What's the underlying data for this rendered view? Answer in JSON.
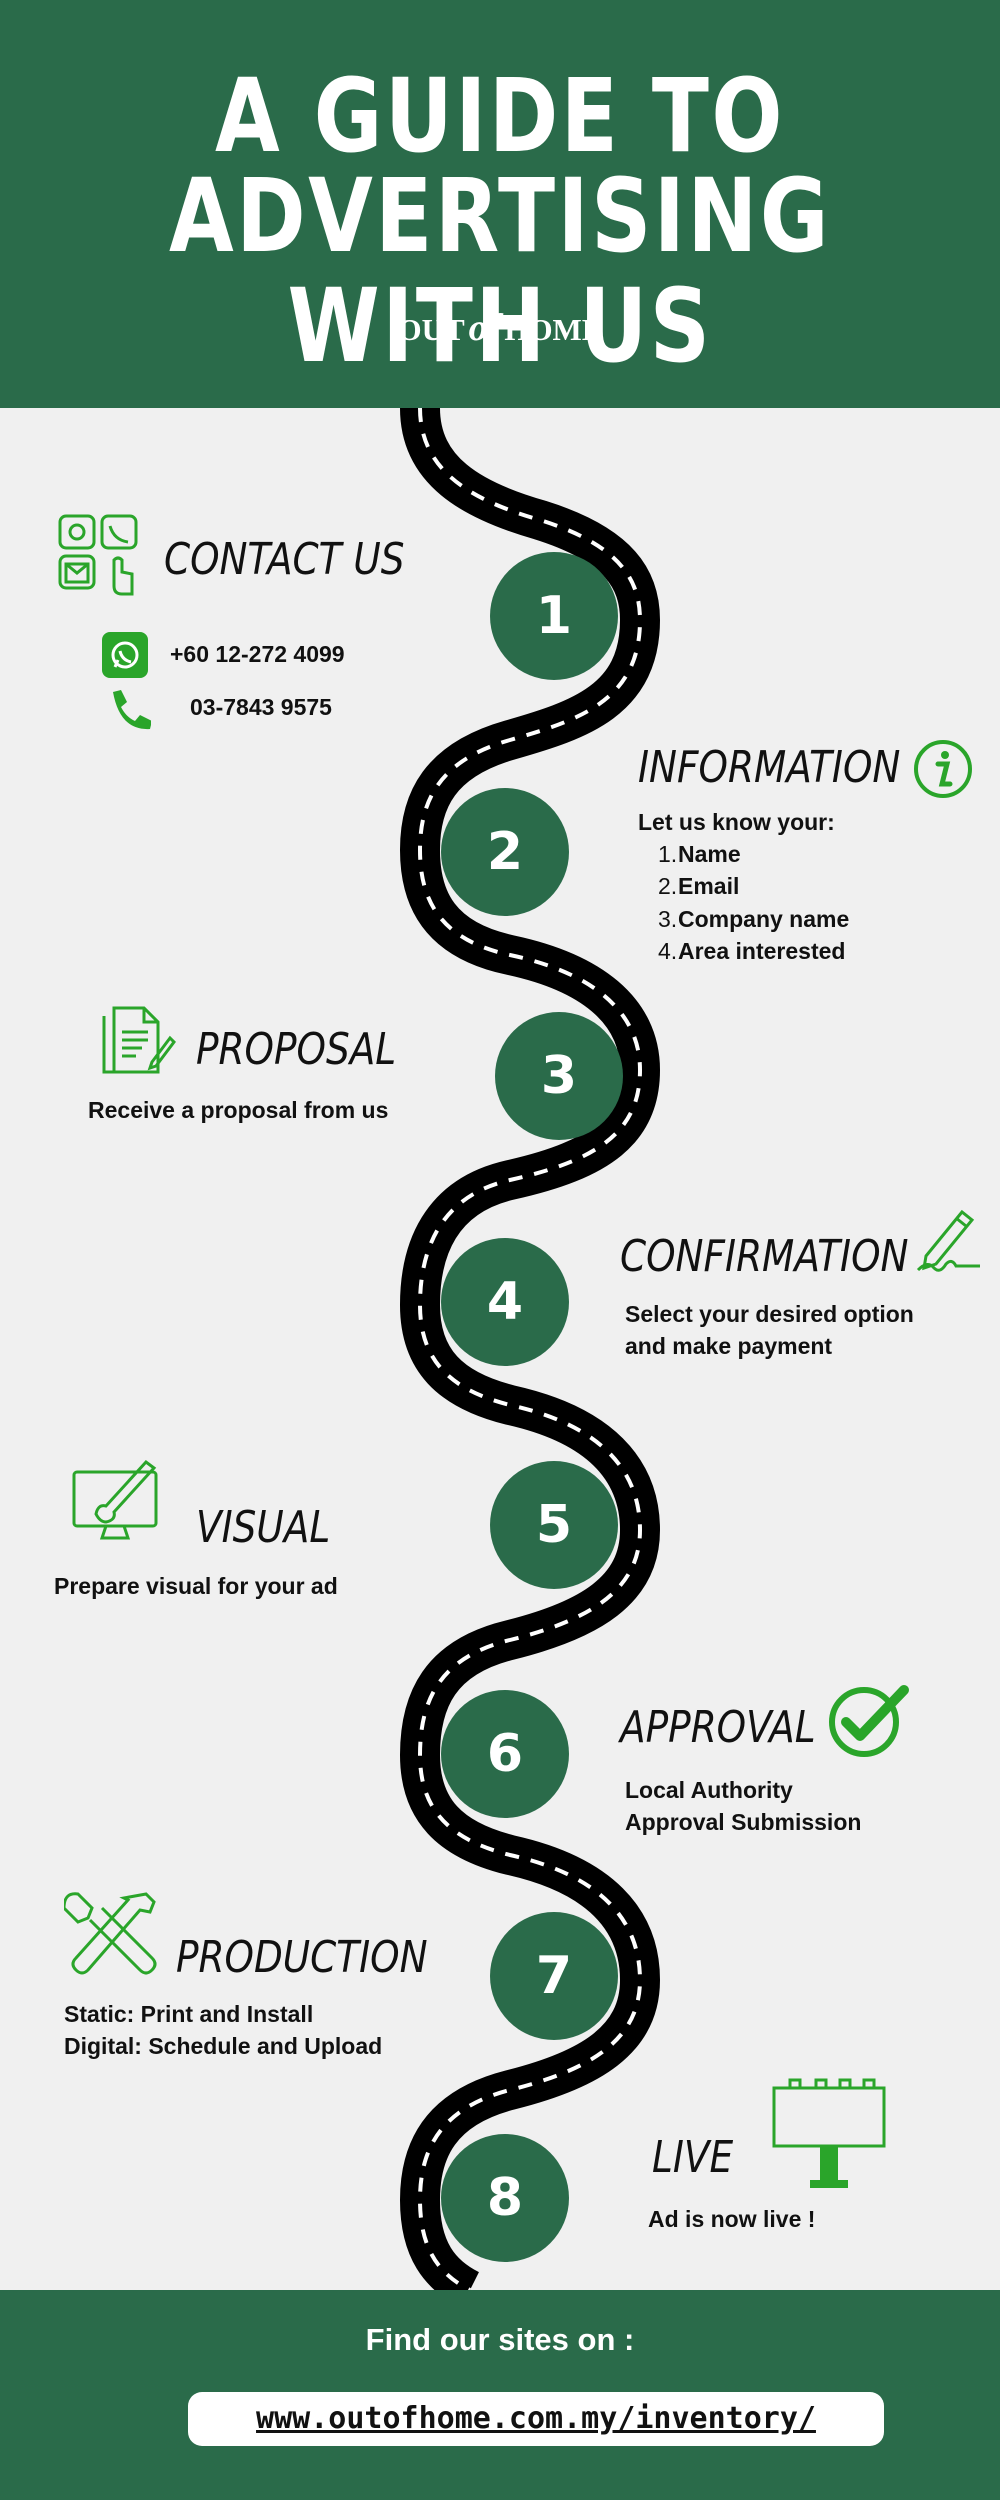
{
  "header": {
    "title_line1": "A GUIDE TO",
    "title_line2": "ADVERTISING WITH US",
    "brand_left": "OUT",
    "brand_mid": "of",
    "brand_right": "HOME"
  },
  "steps": [
    {
      "number": "1",
      "title": "CONTACT US",
      "whatsapp": "+60 12-272 4099",
      "phone": "03-7843 9575",
      "icon": "contact-icon"
    },
    {
      "number": "2",
      "title": "INFORMATION",
      "intro": "Let us know your:",
      "items": [
        {
          "index": "1.",
          "label": "Name"
        },
        {
          "index": "2.",
          "label": "Email"
        },
        {
          "index": "3.",
          "label": "Company name"
        },
        {
          "index": "4.",
          "label": "Area interested"
        }
      ],
      "icon": "info-icon"
    },
    {
      "number": "3",
      "title": "PROPOSAL",
      "text": "Receive a proposal from us",
      "icon": "document-icon"
    },
    {
      "number": "4",
      "title": "CONFIRMATION",
      "text_line1": "Select your desired option",
      "text_line2": "and make payment",
      "icon": "signature-pen-icon"
    },
    {
      "number": "5",
      "title": "VISUAL",
      "text": "Prepare visual for your ad",
      "icon": "design-monitor-icon"
    },
    {
      "number": "6",
      "title": "APPROVAL",
      "text_line1": "Local Authority",
      "text_line2": "Approval Submission",
      "icon": "checkmark-icon"
    },
    {
      "number": "7",
      "title": "PRODUCTION",
      "text_line1": "Static: Print and Install",
      "text_line2": "Digital:  Schedule and Upload",
      "icon": "tools-icon"
    },
    {
      "number": "8",
      "title": "LIVE",
      "text": "Ad is now live !",
      "icon": "billboard-icon"
    }
  ],
  "footer": {
    "find_text": "Find our sites on :",
    "url": "www.outofhome.com.my/inventory/"
  },
  "colors": {
    "brand_green": "#2a6b4a",
    "icon_green": "#2aa52a",
    "road": "#000000"
  }
}
